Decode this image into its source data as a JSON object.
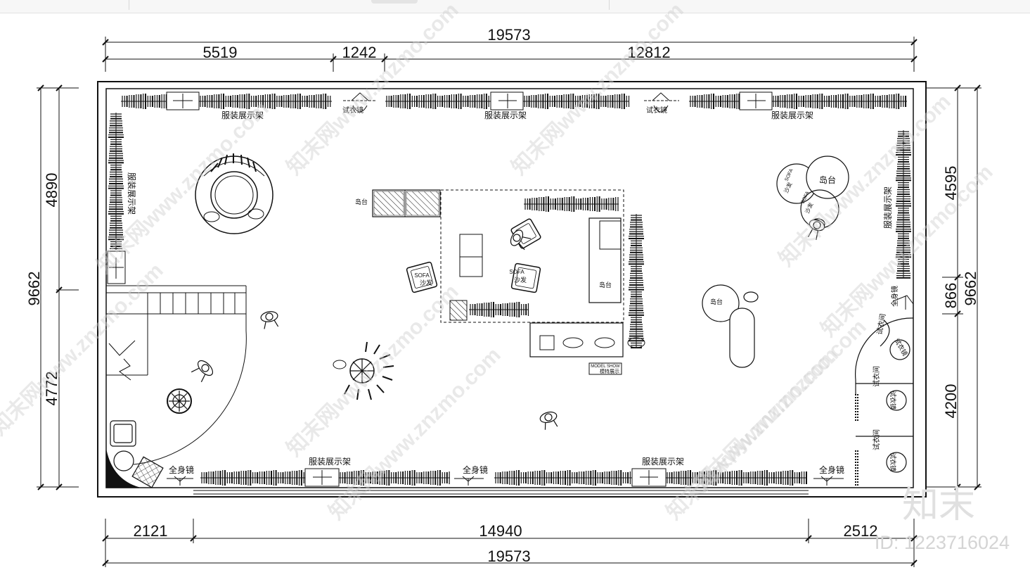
{
  "dimensions": {
    "top_total": "19573",
    "top_segments": [
      "5519",
      "1242",
      "12812"
    ],
    "bottom_total": "19573",
    "bottom_segments": [
      "2121",
      "14940",
      "2512"
    ],
    "left_total": "9662",
    "left_segments": [
      "4890",
      "4772"
    ],
    "right_total": "9662",
    "right_segments": [
      "4595",
      "866",
      "4200"
    ]
  },
  "labels": {
    "rack_top_left": "服装展示架",
    "rack_top_mid": "服装展示架",
    "rack_top_right": "服装展示架",
    "rack_bottom_left": "服装展示架",
    "rack_bottom_right": "服装展示架",
    "rack_left": "服装展示架",
    "rack_right": "服装展示架",
    "fitting_mirror_1": "试衣镜",
    "fitting_mirror_2": "试衣镜",
    "island_left": "岛台",
    "island_center": "岛台",
    "island_right_top": "岛台",
    "island_right_mid": "岛台",
    "sofa_left_en": "SOFA",
    "sofa_left_cn": "沙发",
    "sofa_mid_en": "SOFA",
    "sofa_mid_cn": "沙发",
    "sofa_right1_en": "SOFA",
    "sofa_right1_cn": "沙发",
    "sofa_right2_en": "SOFA",
    "sofa_right2_cn": "沙发",
    "model_show_en": "MODEL SHOW",
    "model_show_cn": "模特展示",
    "full_mirror_1": "全身镜",
    "full_mirror_2": "全身镜",
    "full_mirror_3": "全身镜",
    "full_mirror_4": "全身镜",
    "fitting_room_1": "试衣间",
    "fitting_room_2": "试衣间",
    "fitting_room_3": "试衣间",
    "fitting_mirror_room_1": "试衣镜",
    "fitting_mirror_room_2": "试衣镜",
    "fitting_mirror_room_3": "试衣镜"
  },
  "watermark": {
    "text": "知末网www.znzmo.com",
    "logo": "知末",
    "id": "ID: 1223716024"
  },
  "colors": {
    "line": "#111111",
    "background": "#ffffff",
    "watermark": "#d0d0d0"
  }
}
